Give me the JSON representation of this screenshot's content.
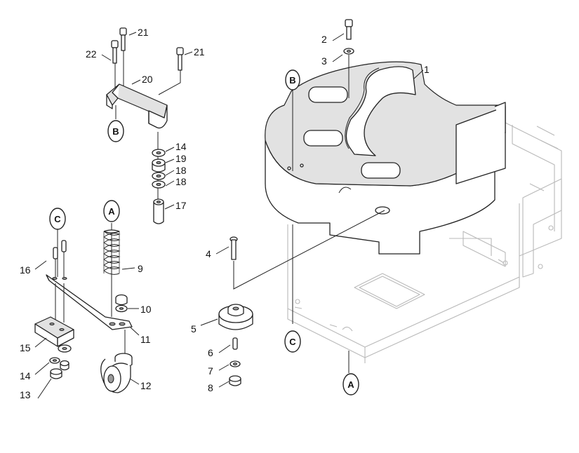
{
  "callouts": {
    "c1": "1",
    "c2": "2",
    "c3": "3",
    "c4": "4",
    "c5": "5",
    "c6": "6",
    "c7": "7",
    "c8": "8",
    "c9": "9",
    "c10": "10",
    "c11": "11",
    "c12": "12",
    "c13": "13",
    "c14a": "14",
    "c14b": "14",
    "c15": "15",
    "c16": "16",
    "c17": "17",
    "c18a": "18",
    "c18b": "18",
    "c19": "19",
    "c20": "20",
    "c21a": "21",
    "c21b": "21",
    "c22": "22"
  },
  "reference_markers": {
    "a1": "A",
    "a2": "A",
    "b1": "B",
    "b2": "B",
    "c1": "C",
    "c2": "C"
  }
}
